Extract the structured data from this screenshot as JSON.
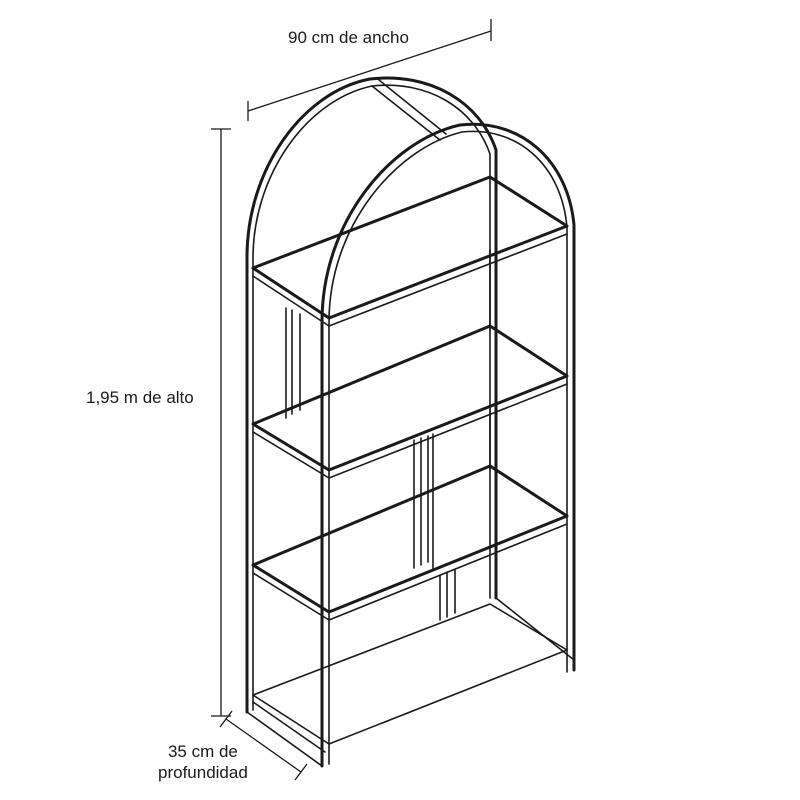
{
  "labels": {
    "width": "90 cm de ancho",
    "height": "1,95 m de alto",
    "depth_line1": "35 cm de",
    "depth_line2": "profundidad"
  },
  "colors": {
    "line": "#1a1a1a",
    "background": "#ffffff"
  }
}
